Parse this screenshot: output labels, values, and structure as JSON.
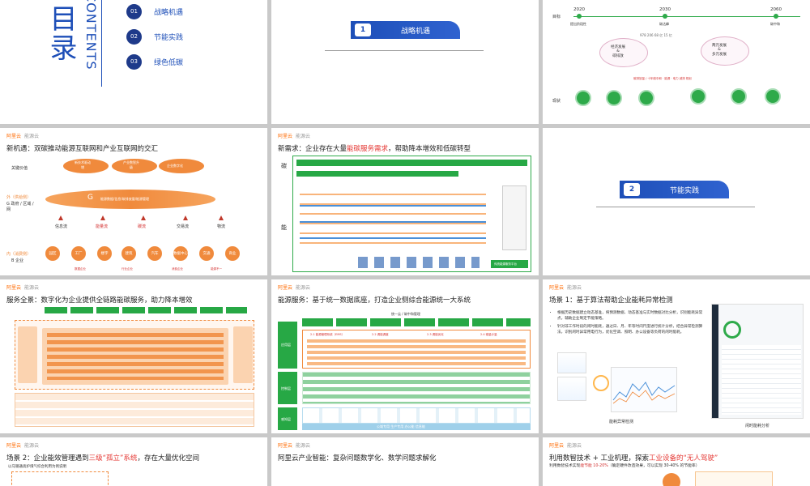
{
  "toc": {
    "title_vertical": "目录",
    "contents_word": "CONTENTS",
    "items": [
      {
        "num": "01",
        "label": "战略机遇"
      },
      {
        "num": "02",
        "label": "节能实践"
      },
      {
        "num": "03",
        "label": "绿色低碳"
      }
    ]
  },
  "brand": {
    "name": "阿里云",
    "sub": "能源云"
  },
  "section1": {
    "num": "1",
    "label": "战略机遇"
  },
  "section2": {
    "num": "2",
    "label": "节能实践"
  },
  "timeline": {
    "prefix": "目标",
    "years": [
      "2020",
      "2030",
      "2060"
    ],
    "notes": [
      "提出阶段性",
      "碳达峰",
      "碳中和"
    ],
    "mid_text": "978 206 68 亿 15 亿",
    "ellipse_left": "经济发展\n&\n碳排放",
    "ellipse_right": "两元发展\n&\n多元发展",
    "red_text": "碳排放量 / 十年碳中和 · 能源 · 电力 减排 规划",
    "row_label": "现状"
  },
  "s_new_opportunity": {
    "title": "新机遇：双碳推动能源互联网和产业互联网的交汇",
    "top_label": "关键价值",
    "top_boxes": [
      "新技术驱动\n增",
      "产业数智升\n级",
      "企业数字化"
    ],
    "outer_label": "外（供给侧）",
    "outer_sub": "G 政府 / 区域 / 网",
    "g_letter": "G",
    "g_text": "能源数据/信息/碳排放量/能源管理",
    "flows": [
      "信息流",
      "能量流",
      "碳流",
      "交易流",
      "物流"
    ],
    "inner_label": "内（消费侧）",
    "inner_sub": "B 企业",
    "circles": [
      "园区",
      "工厂",
      "楼宇",
      "建筑",
      "汽车",
      "数据中心",
      "交通",
      "商业"
    ],
    "bottom_tags": [
      "数据企业",
      "行业企业",
      "消费企业",
      "能源不一"
    ]
  },
  "s_new_demand": {
    "title_prefix": "新需求：企业存在大量",
    "title_highlight": "能碳服务需求",
    "title_suffix": "，帮助降本增效和低碳转型",
    "side_top": "碳",
    "side_bottom": "能",
    "footer": "传统能源服务平台"
  },
  "s_service": {
    "title": "服务全景：数字化为企业提供全链路能碳服务，助力降本增效"
  },
  "s_energy_service": {
    "title": "能源服务：基于统一数据底座，打造企业侧综合能源统一大系统",
    "left_tags": [
      "应用层",
      "控制层",
      "感知层"
    ],
    "center_title": "统一云 / 碳中和管理",
    "numbered": [
      "2.1 能源管理系统（EMS）",
      "2.2 调能调度",
      "2.3 调能优化",
      "2.4 碳量计量"
    ],
    "bottom_band": "公域专用  生产专用  办公能  信息能"
  },
  "s_scene1": {
    "title": "场景 1：基于算法帮助企业能耗异常检测",
    "bullets": [
      "根据历史数据建立动态基准，将预测数据、动态基准与实时数据对比分析，识别能耗异常点，辅助企业制定节能策略。",
      "针对非工作时段的闲时能耗，通过日、月、年等时间尺度进行统计分析，结合异常检测算法，识别闲时异常用电行为，优化空调、照明、办公设备等负荷的闲时能耗。"
    ],
    "caption_left": "能耗异常检测",
    "caption_right": "闲时能耗分析"
  },
  "s_scene2": {
    "title_prefix": "场景 2：企业能效管理遇到",
    "title_highlight": "三级“孤立”系统",
    "title_suffix": "，存在大量优化空间",
    "sub": "以马钢通高炉煤气综合利用为例说明"
  },
  "s_industry": {
    "title": "阿里云产业智能：复杂问题数学化、数学问题求解化"
  },
  "s_tech": {
    "title_prefix": "利用数智技术 + 工业机理，探索",
    "title_highlight": "工业设备的“无人驾驶”",
    "sub_prefix": "利用数智技术实现",
    "sub_highlight": "能节能 10-20%",
    "sub_suffix": "（确定硬件改造效果，可以实现 30-40% 的节能率）"
  }
}
